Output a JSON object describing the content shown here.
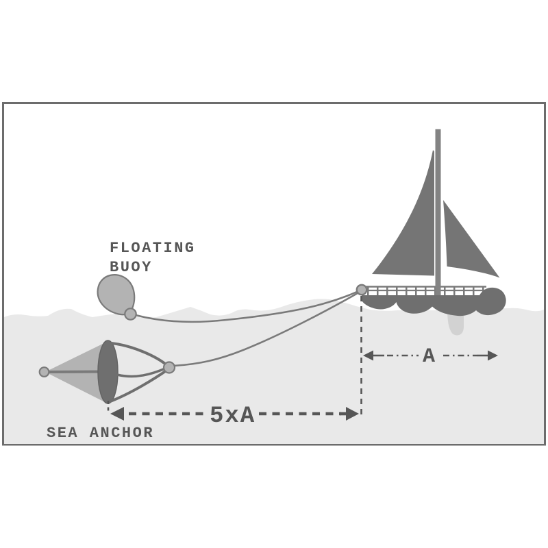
{
  "diagram": {
    "labels": {
      "buoy": {
        "line1": "FLOATING",
        "line2": "BUOY"
      },
      "sea_anchor": "SEA ANCHOR",
      "dims": {
        "boat_length": "A",
        "rode_length": "5xA"
      }
    },
    "colors": {
      "background": "#ffffff",
      "frame_border": "#6c6c6c",
      "water": "#e9e9e9",
      "outline": "#7a7a7a",
      "dark": "#6f6f6f",
      "sail": "#757575",
      "light": "#b3b3b3",
      "keel": "#d2d2d2",
      "dim": "#565656",
      "text": "#565656"
    }
  }
}
